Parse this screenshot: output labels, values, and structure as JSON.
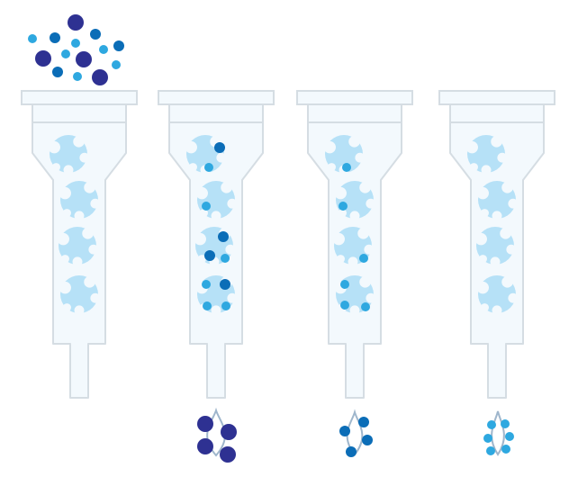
{
  "diagram": {
    "title": "",
    "stages": [
      {
        "id": "stage-1",
        "eluted_molecule": "none"
      },
      {
        "id": "stage-2",
        "eluted_molecule": "large"
      },
      {
        "id": "stage-3",
        "eluted_molecule": "medium"
      },
      {
        "id": "stage-4",
        "eluted_molecule": "small"
      }
    ]
  },
  "colors": {
    "column_fill": "#f3f9fd",
    "column_stroke": "#d5dde3",
    "bead_fill": "#b6e1f7",
    "bead_pore": "#f3f9fd",
    "molecule_large": "#2e3192",
    "molecule_medium": "#0b6db7",
    "molecule_small": "#2ea8e0",
    "droplet_stroke": "#9fb6cc",
    "droplet_fill": "#ffffff"
  }
}
